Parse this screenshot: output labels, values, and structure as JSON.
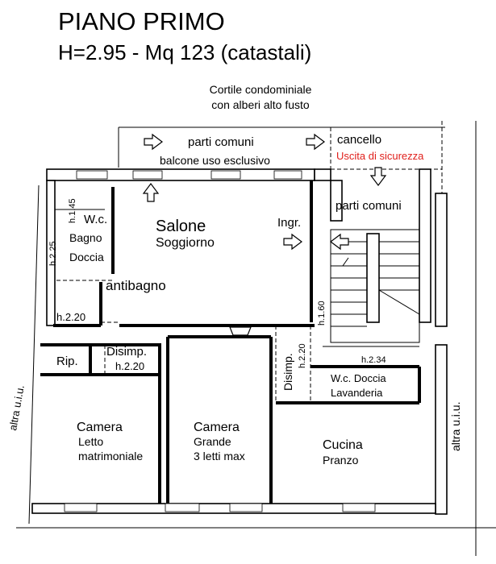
{
  "header": {
    "title": "PIANO PRIMO",
    "subtitle": "H=2.95 - Mq 123 (catastali)"
  },
  "courtyard": {
    "line1": "Cortile condominiale",
    "line2": "con alberi alto fusto"
  },
  "balcony": {
    "label1": "parti comuni",
    "label2": "balcone uso esclusivo"
  },
  "gate": {
    "label": "cancello",
    "exit": "Uscita di sicurezza",
    "exit_color": "#e0201c"
  },
  "stair": {
    "label": "parti comuni"
  },
  "rooms": {
    "wc_bath": {
      "line1": "W.c.",
      "line2": "Bagno",
      "line3": "Doccia"
    },
    "salone": {
      "line1": "Salone",
      "line2": "Soggiorno"
    },
    "ingresso": {
      "label": "Ingr."
    },
    "antibagno": {
      "label": "antibagno"
    },
    "rip": {
      "label": "Rip."
    },
    "disimp1": {
      "label": "Disimp."
    },
    "disimp2": {
      "label": "Disimp."
    },
    "camera1": {
      "line1": "Camera",
      "line2": "Letto",
      "line3": "matrimoniale"
    },
    "camera2": {
      "line1": "Camera",
      "line2": "Grande",
      "line3": "3 letti max"
    },
    "cucina": {
      "line1": "Cucina",
      "line2": "Pranzo"
    },
    "lavanderia": {
      "line1": "W.c.  Doccia",
      "line2": "Lavanderia"
    }
  },
  "heights": {
    "h145": "h.1.45",
    "h225": "h.2.25",
    "h220a": "h.2.20",
    "h220b": "h.2.20",
    "h220c": "h.2.20",
    "h160": "h.1.60",
    "h234": "h.2.34"
  },
  "neighbors": {
    "left": "altra u.i.u.",
    "right": "altra u.i.u."
  }
}
